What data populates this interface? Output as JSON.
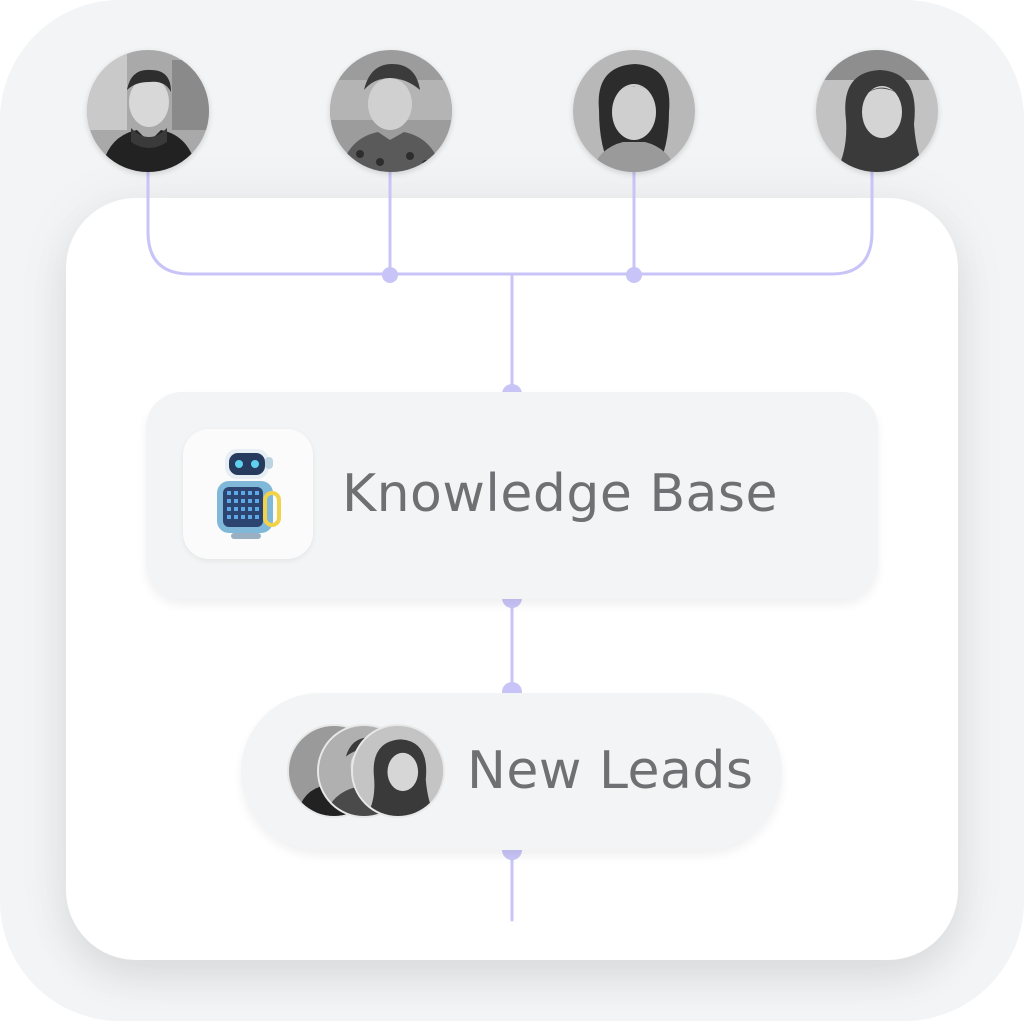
{
  "colors": {
    "outer_bg": "#f2f4f5",
    "inner_bg": "#ffffff",
    "connector": "#c8c4f7",
    "label_text": "#6f7073"
  },
  "avatars": [
    {
      "name": "person-1",
      "icon": "portrait-man-scarf"
    },
    {
      "name": "person-2",
      "icon": "portrait-man-cap"
    },
    {
      "name": "person-3",
      "icon": "portrait-woman-1"
    },
    {
      "name": "person-4",
      "icon": "portrait-woman-2"
    }
  ],
  "knowledge_base": {
    "label": "Knowledge Base",
    "icon": "robot-icon"
  },
  "new_leads": {
    "label": "New Leads",
    "icon": "avatar-stack"
  }
}
